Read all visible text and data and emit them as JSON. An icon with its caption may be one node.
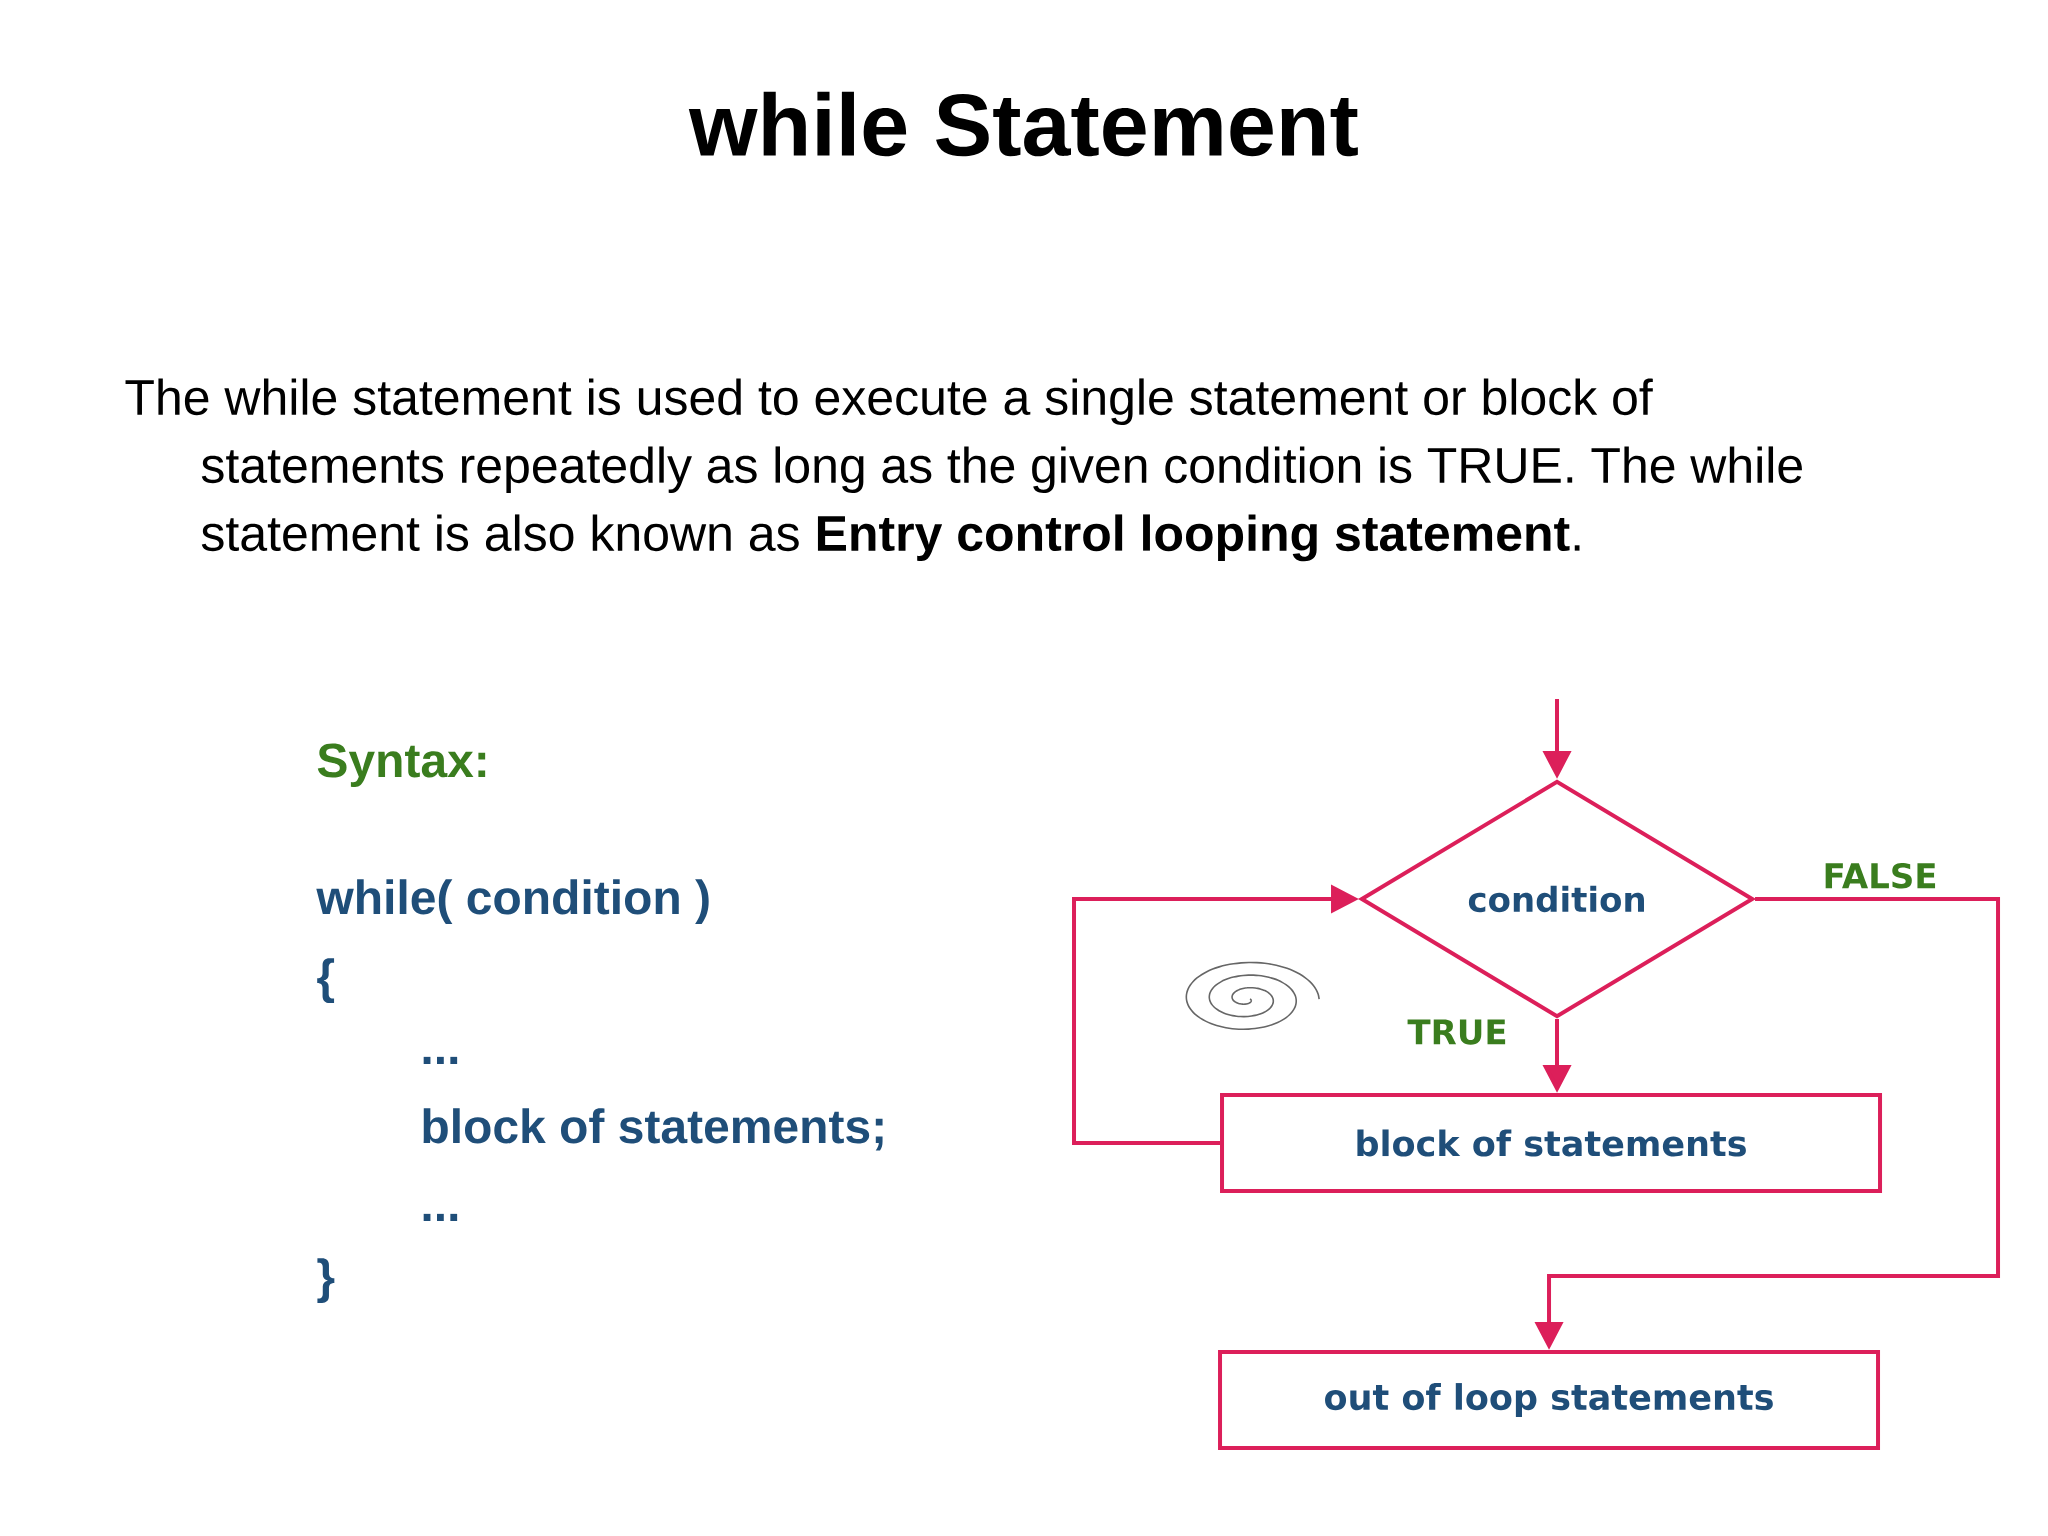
{
  "diagram": {
    "title": "while Statement",
    "nodes": [
      {
        "text": [
          "condition"
        ]
      },
      {
        "text": [
          "block of statements"
        ]
      },
      {
        "text": [
          "out of loop statements"
        ]
      }
    ],
    "edges": [
      {
        "from": null,
        "to": 0,
        "arrow": "to"
      },
      {
        "from": 0,
        "to": 1,
        "arrow": "to",
        "label": "TRUE"
      },
      {
        "from": 1,
        "to": 0,
        "arrow": "to"
      },
      {
        "from": 0,
        "to": 2,
        "arrow": "to",
        "label": "FALSE"
      }
    ],
    "labels": [
      "The while statement is used to execute a single statement or block of statements repeatedly as long as the given condition is TRUE. The while statement is also known as **Entry control looping statement**.",
      "Syntax:",
      "while( condition )",
      "{",
      "...",
      "block of statements;",
      "...",
      "}"
    ]
  }
}
